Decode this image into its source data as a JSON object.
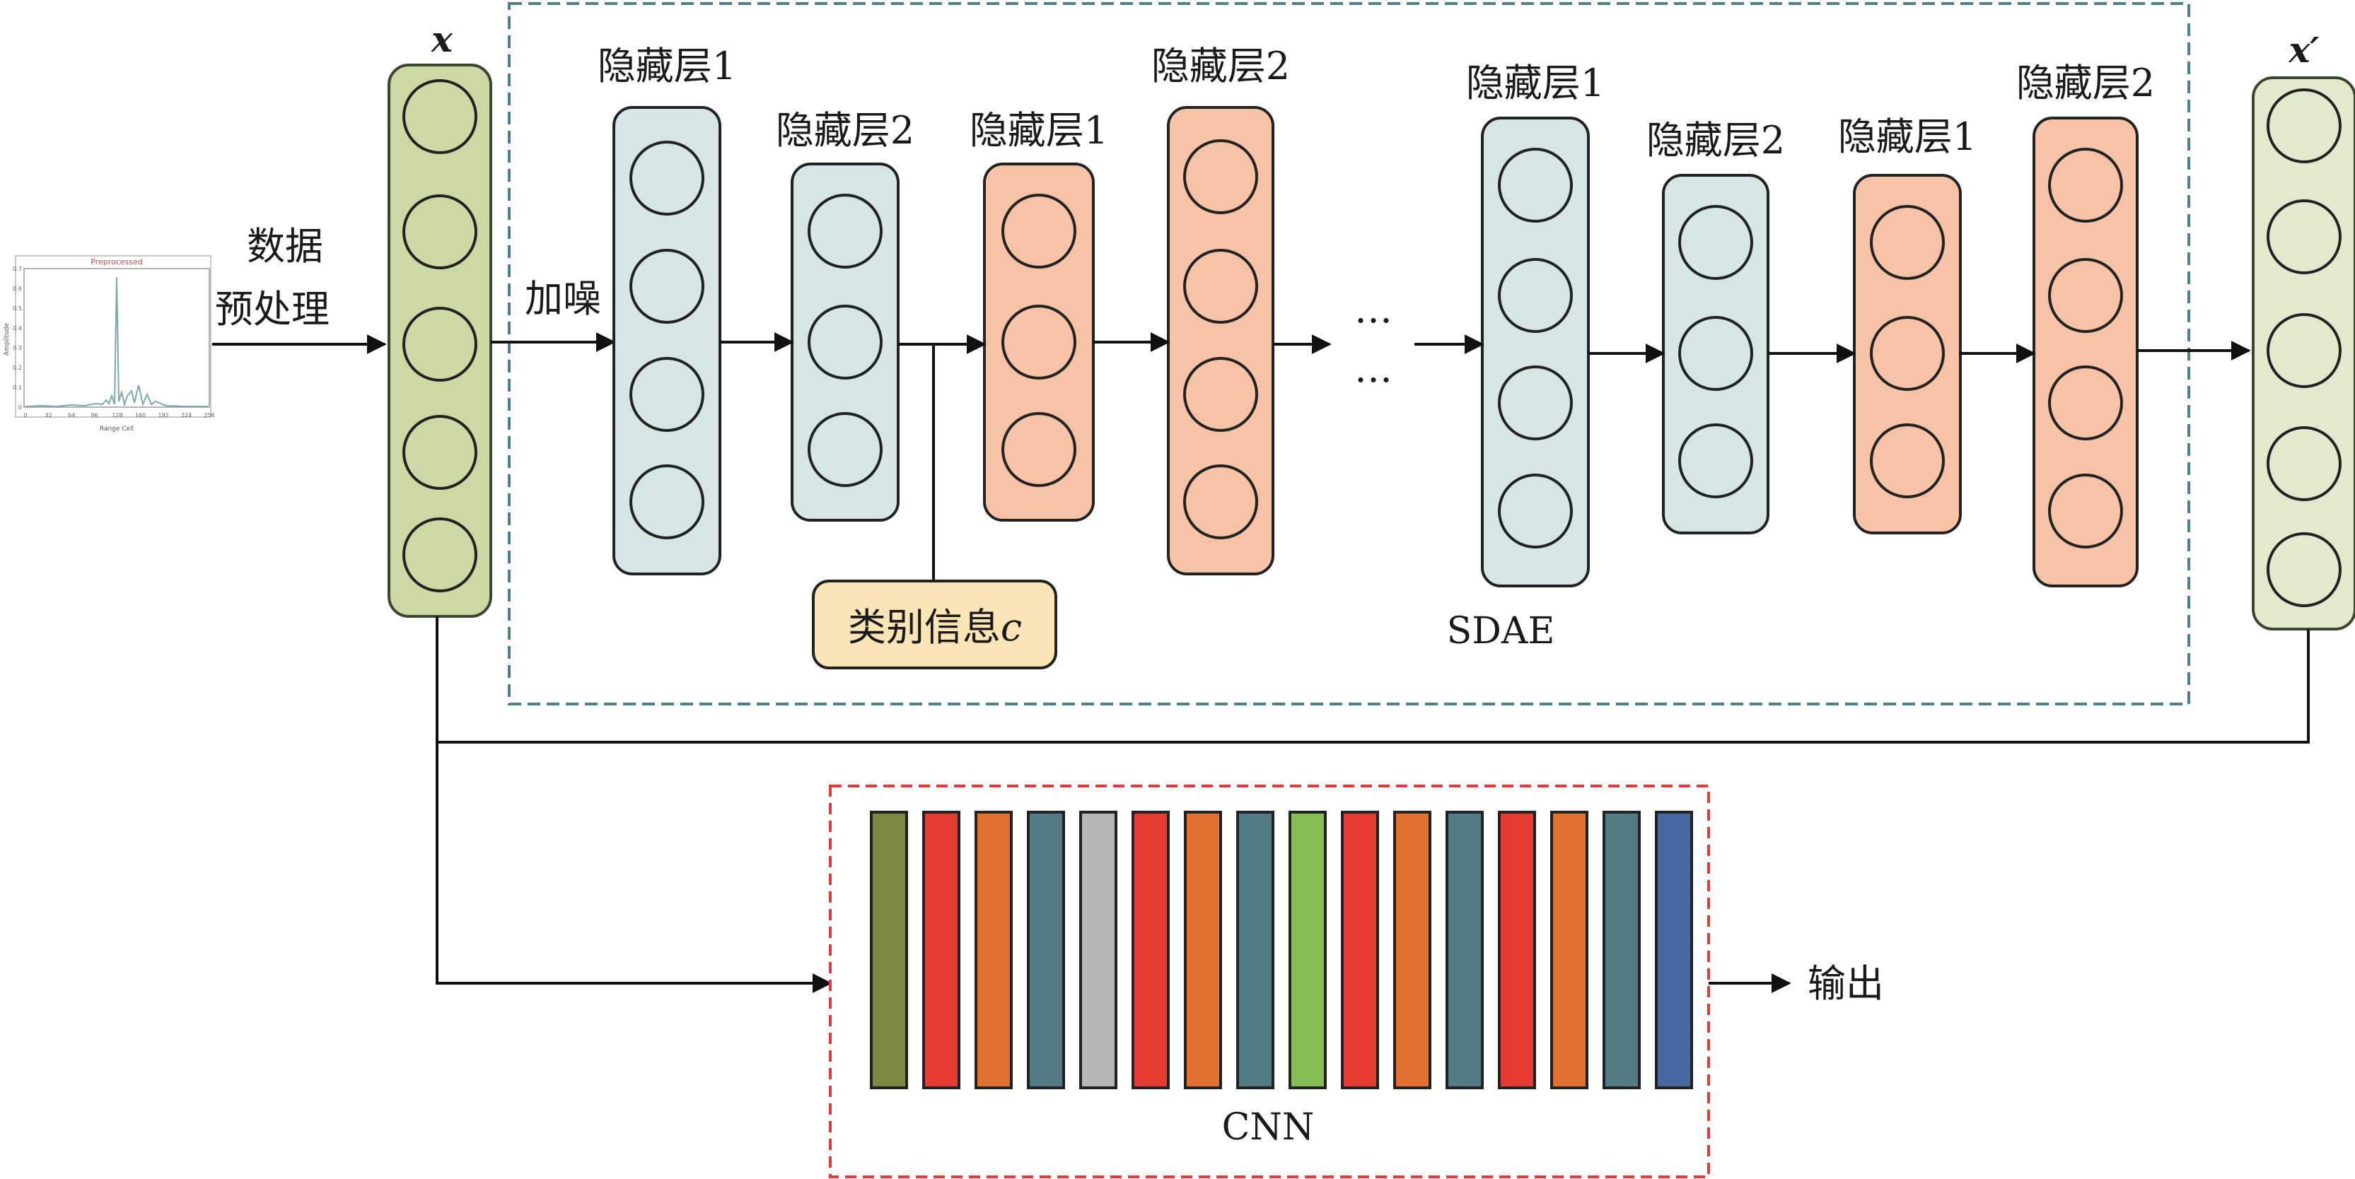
{
  "preprocess_label_line1": "数据",
  "preprocess_label_line2": "预处理",
  "input_vector_label": "x",
  "output_vector_label": "x′",
  "noise_label": "加噪",
  "ellipsis": "…",
  "class_info_label": "类别信息",
  "class_info_symbol": "c",
  "sdae_label": "SDAE",
  "cnn_label": "CNN",
  "output_label": "输出",
  "hidden_layers": [
    {
      "label": "隐藏层1",
      "type": "encoder"
    },
    {
      "label": "隐藏层2",
      "type": "encoder"
    },
    {
      "label": "隐藏层1",
      "type": "decoder"
    },
    {
      "label": "隐藏层2",
      "type": "decoder"
    },
    {
      "label": "隐藏层1",
      "type": "encoder"
    },
    {
      "label": "隐藏层2",
      "type": "encoder"
    },
    {
      "label": "隐藏层1",
      "type": "decoder"
    },
    {
      "label": "隐藏层2",
      "type": "decoder"
    }
  ],
  "thumbnail": {
    "title": "Preprocessed",
    "xlabel": "Range Cell",
    "ylabel": "Amplitude",
    "xticks": [
      "0",
      "32",
      "64",
      "96",
      "128",
      "160",
      "192",
      "224",
      "256"
    ],
    "yticks": [
      "0.7",
      "0.6",
      "0.5",
      "0.4",
      "0.3",
      "0.2",
      "0.1",
      "0"
    ]
  },
  "colors": {
    "input_fill": "#cdd9a5",
    "input_stroke": "#3c4530",
    "output_fill": "#e3e9cc",
    "encoder_fill": "#d6e6e5",
    "decoder_fill": "#f6c3a6",
    "class_fill": "#fbe4b5",
    "sdae_border": "#4f7f8a",
    "cnn_border": "#e03a3a",
    "cnn_bars": [
      "#7a8a40",
      "#e63b32",
      "#e07030",
      "#517a85",
      "#b6b6b6",
      "#e63b32",
      "#e07030",
      "#517a85",
      "#88bd55",
      "#e63b32",
      "#e07030",
      "#517a85",
      "#e63b32",
      "#e07030",
      "#517a85",
      "#46689e"
    ]
  }
}
